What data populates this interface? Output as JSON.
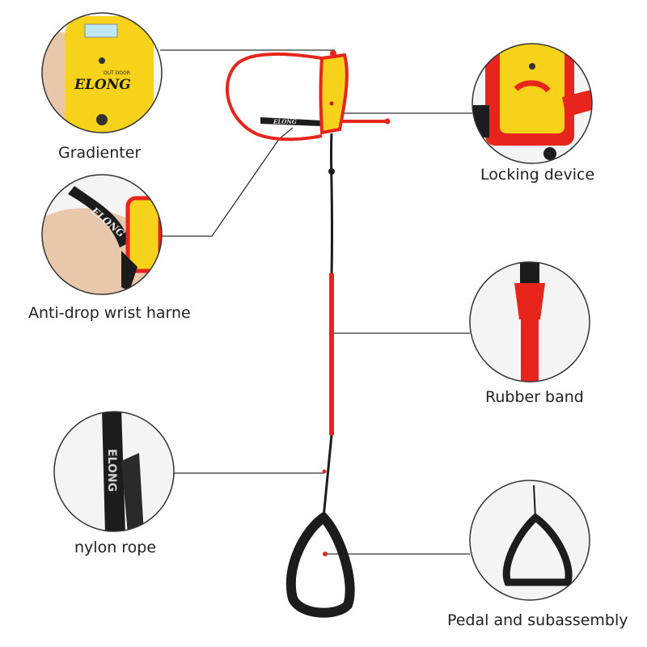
{
  "brand": {
    "logo_text": "ELONG",
    "logo_subtext": "OUT DOOR"
  },
  "rope_print": "ELONG",
  "callouts": {
    "gradienter": {
      "label": "Gradienter"
    },
    "wrist_harness": {
      "label": "Anti-drop wrist harne"
    },
    "nylon_rope": {
      "label": "nylon rope"
    },
    "locking_device": {
      "label": "Locking device"
    },
    "rubber_band": {
      "label": "Rubber band"
    },
    "pedal": {
      "label": "Pedal and subassembly"
    }
  },
  "colors": {
    "product_red": "#e8251c",
    "product_yellow": "#f7d21a",
    "strap_black": "#1c1c1c",
    "leader_line": "#333333",
    "skin": "#e9c7ab"
  }
}
